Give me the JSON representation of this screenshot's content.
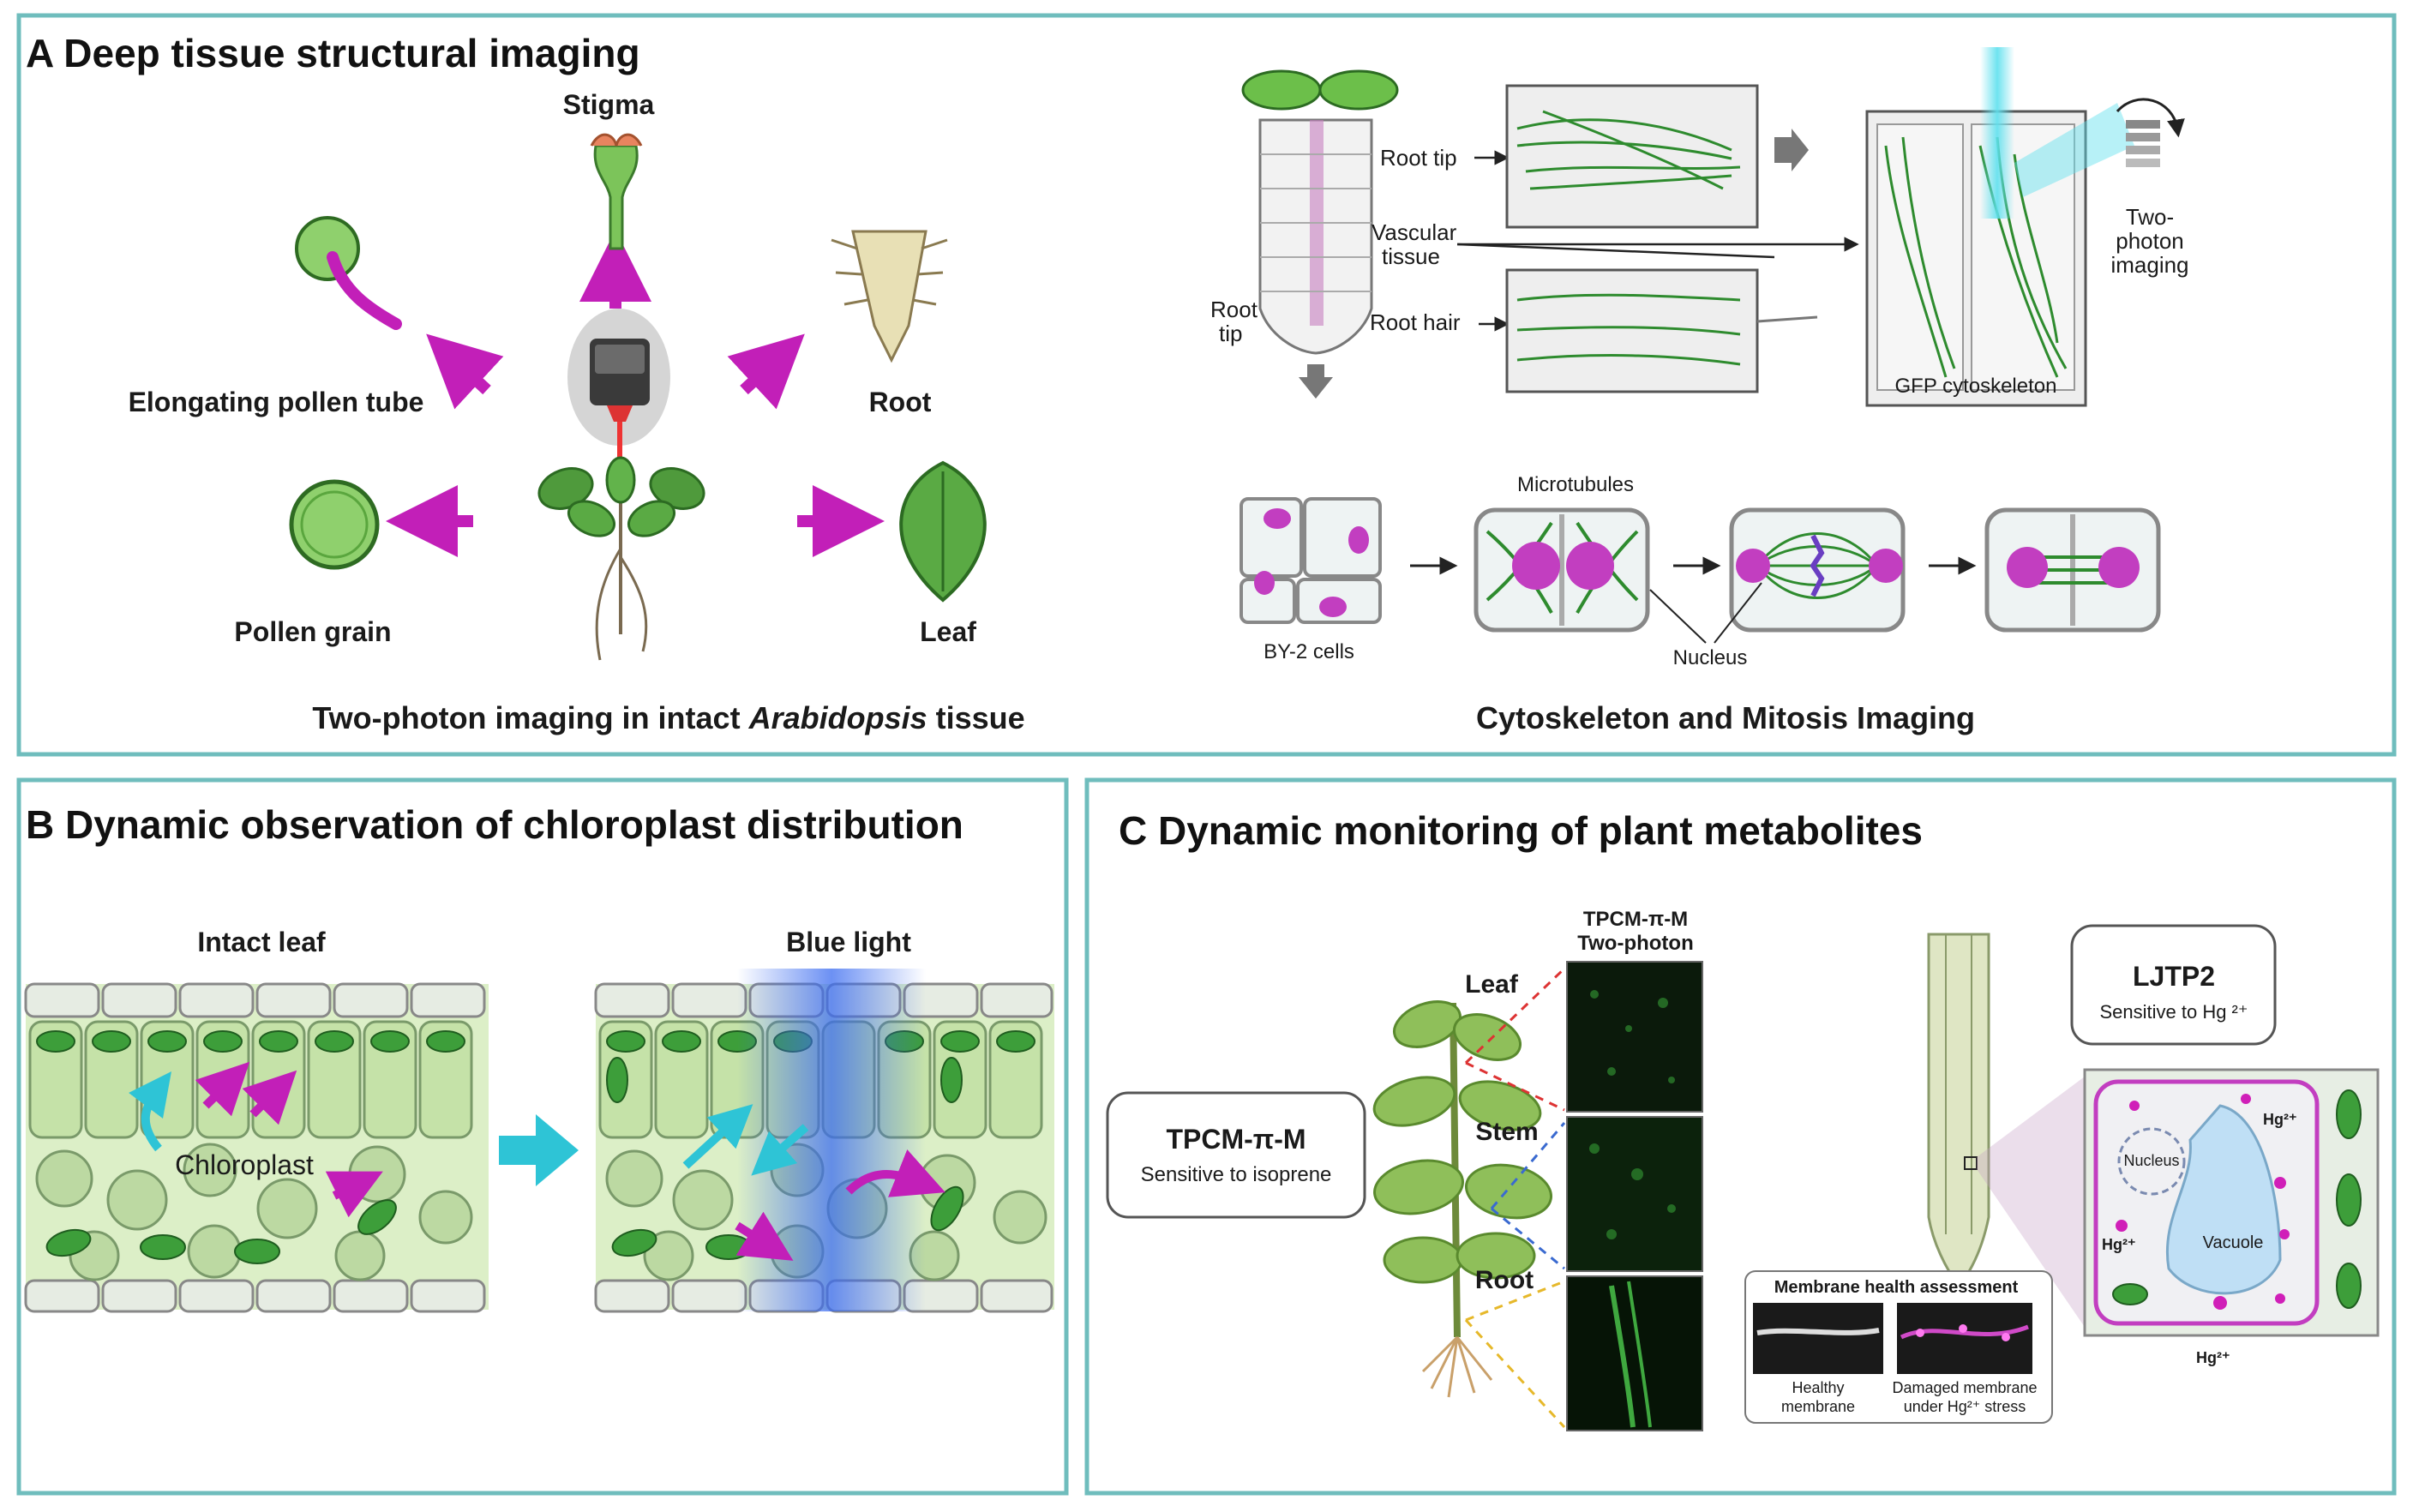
{
  "panel_a": {
    "title": "A Deep tissue structural imaging",
    "left": {
      "stigma": "Stigma",
      "pollen_tube": "Elongating pollen tube",
      "root": "Root",
      "pollen_grain": "Pollen grain",
      "leaf": "Leaf",
      "caption_pre": "Two-photon imaging in intact ",
      "caption_italic": "Arabidopsis",
      "caption_post": " tissue"
    },
    "right": {
      "root_tip_box": "Root tip",
      "vascular_line1": "Vascular",
      "vascular_line2": "tissue",
      "root_tip_line1": "Root",
      "root_tip_line2": "tip",
      "root_hair": "Root hair",
      "two_photon_line1": "Two-",
      "two_photon_line2": "photon",
      "two_photon_line3": "imaging",
      "gfp": "GFP cytoskeleton",
      "microtubules": "Microtubules",
      "by2": "BY-2 cells",
      "nucleus": "Nucleus",
      "caption": "Cytoskeleton and Mitosis Imaging"
    }
  },
  "panel_b": {
    "title": "B Dynamic observation of chloroplast distribution",
    "intact_leaf": "Intact leaf",
    "blue_light": "Blue light",
    "chloroplast": "Chloroplast"
  },
  "panel_c": {
    "title": "C Dynamic monitoring of plant metabolites",
    "probe1_name": "TPCM-π-M",
    "probe1_desc": "Sensitive to isoprene",
    "micro_header_line1": "TPCM-π-M",
    "micro_header_line2": "Two-photon",
    "leaf": "Leaf",
    "stem": "Stem",
    "root": "Root",
    "probe2_name": "LJTP2",
    "probe2_desc": "Sensitive to Hg ²⁺",
    "nucleus": "Nucleus",
    "vacuole": "Vacuole",
    "hg": "Hg²⁺",
    "membrane_title": "Membrane health assessment",
    "healthy_line1": "Healthy",
    "healthy_line2": "membrane",
    "damaged_line1": "Damaged membrane",
    "damaged_line2": "under Hg²⁺ stress"
  },
  "colors": {
    "frame": "#6fbdbd",
    "magenta": "#c21fb8",
    "cyan": "#2ec4d6",
    "green_dark": "#2e8b2e",
    "green_light": "#cfe8b8",
    "blue_light": "#3b6cf0"
  }
}
